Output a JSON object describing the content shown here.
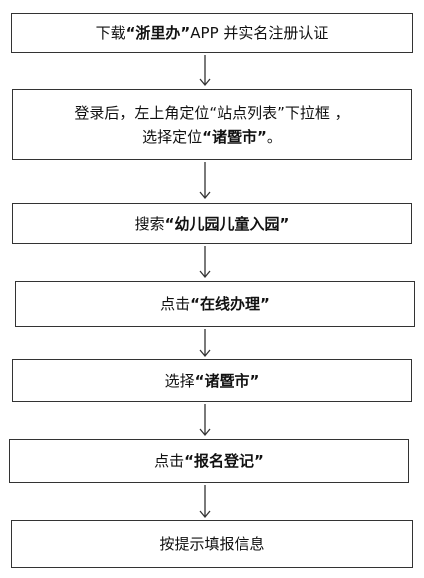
{
  "steps": [
    {
      "lines": [
        {
          "before": "下载",
          "bold": "“浙里办”",
          "after": "APP 并实名注册认证"
        }
      ]
    },
    {
      "lines": [
        {
          "before": "登录后，左上角定位“站点列表”下拉框 ，",
          "bold": "",
          "after": ""
        },
        {
          "before": "选择定位",
          "bold": "“诸暨市”",
          "after": "。"
        }
      ]
    },
    {
      "lines": [
        {
          "before": "搜索",
          "bold": "“幼儿园儿童入园”",
          "after": ""
        }
      ]
    },
    {
      "lines": [
        {
          "before": "点击",
          "bold": "“在线办理”",
          "after": ""
        }
      ]
    },
    {
      "lines": [
        {
          "before": "选择",
          "bold": "“诸暨市”",
          "after": ""
        }
      ]
    },
    {
      "lines": [
        {
          "before": "点击",
          "bold": "“报名登记”",
          "after": ""
        }
      ]
    },
    {
      "lines": [
        {
          "before": "按提示填报信息",
          "bold": "",
          "after": ""
        }
      ]
    }
  ]
}
